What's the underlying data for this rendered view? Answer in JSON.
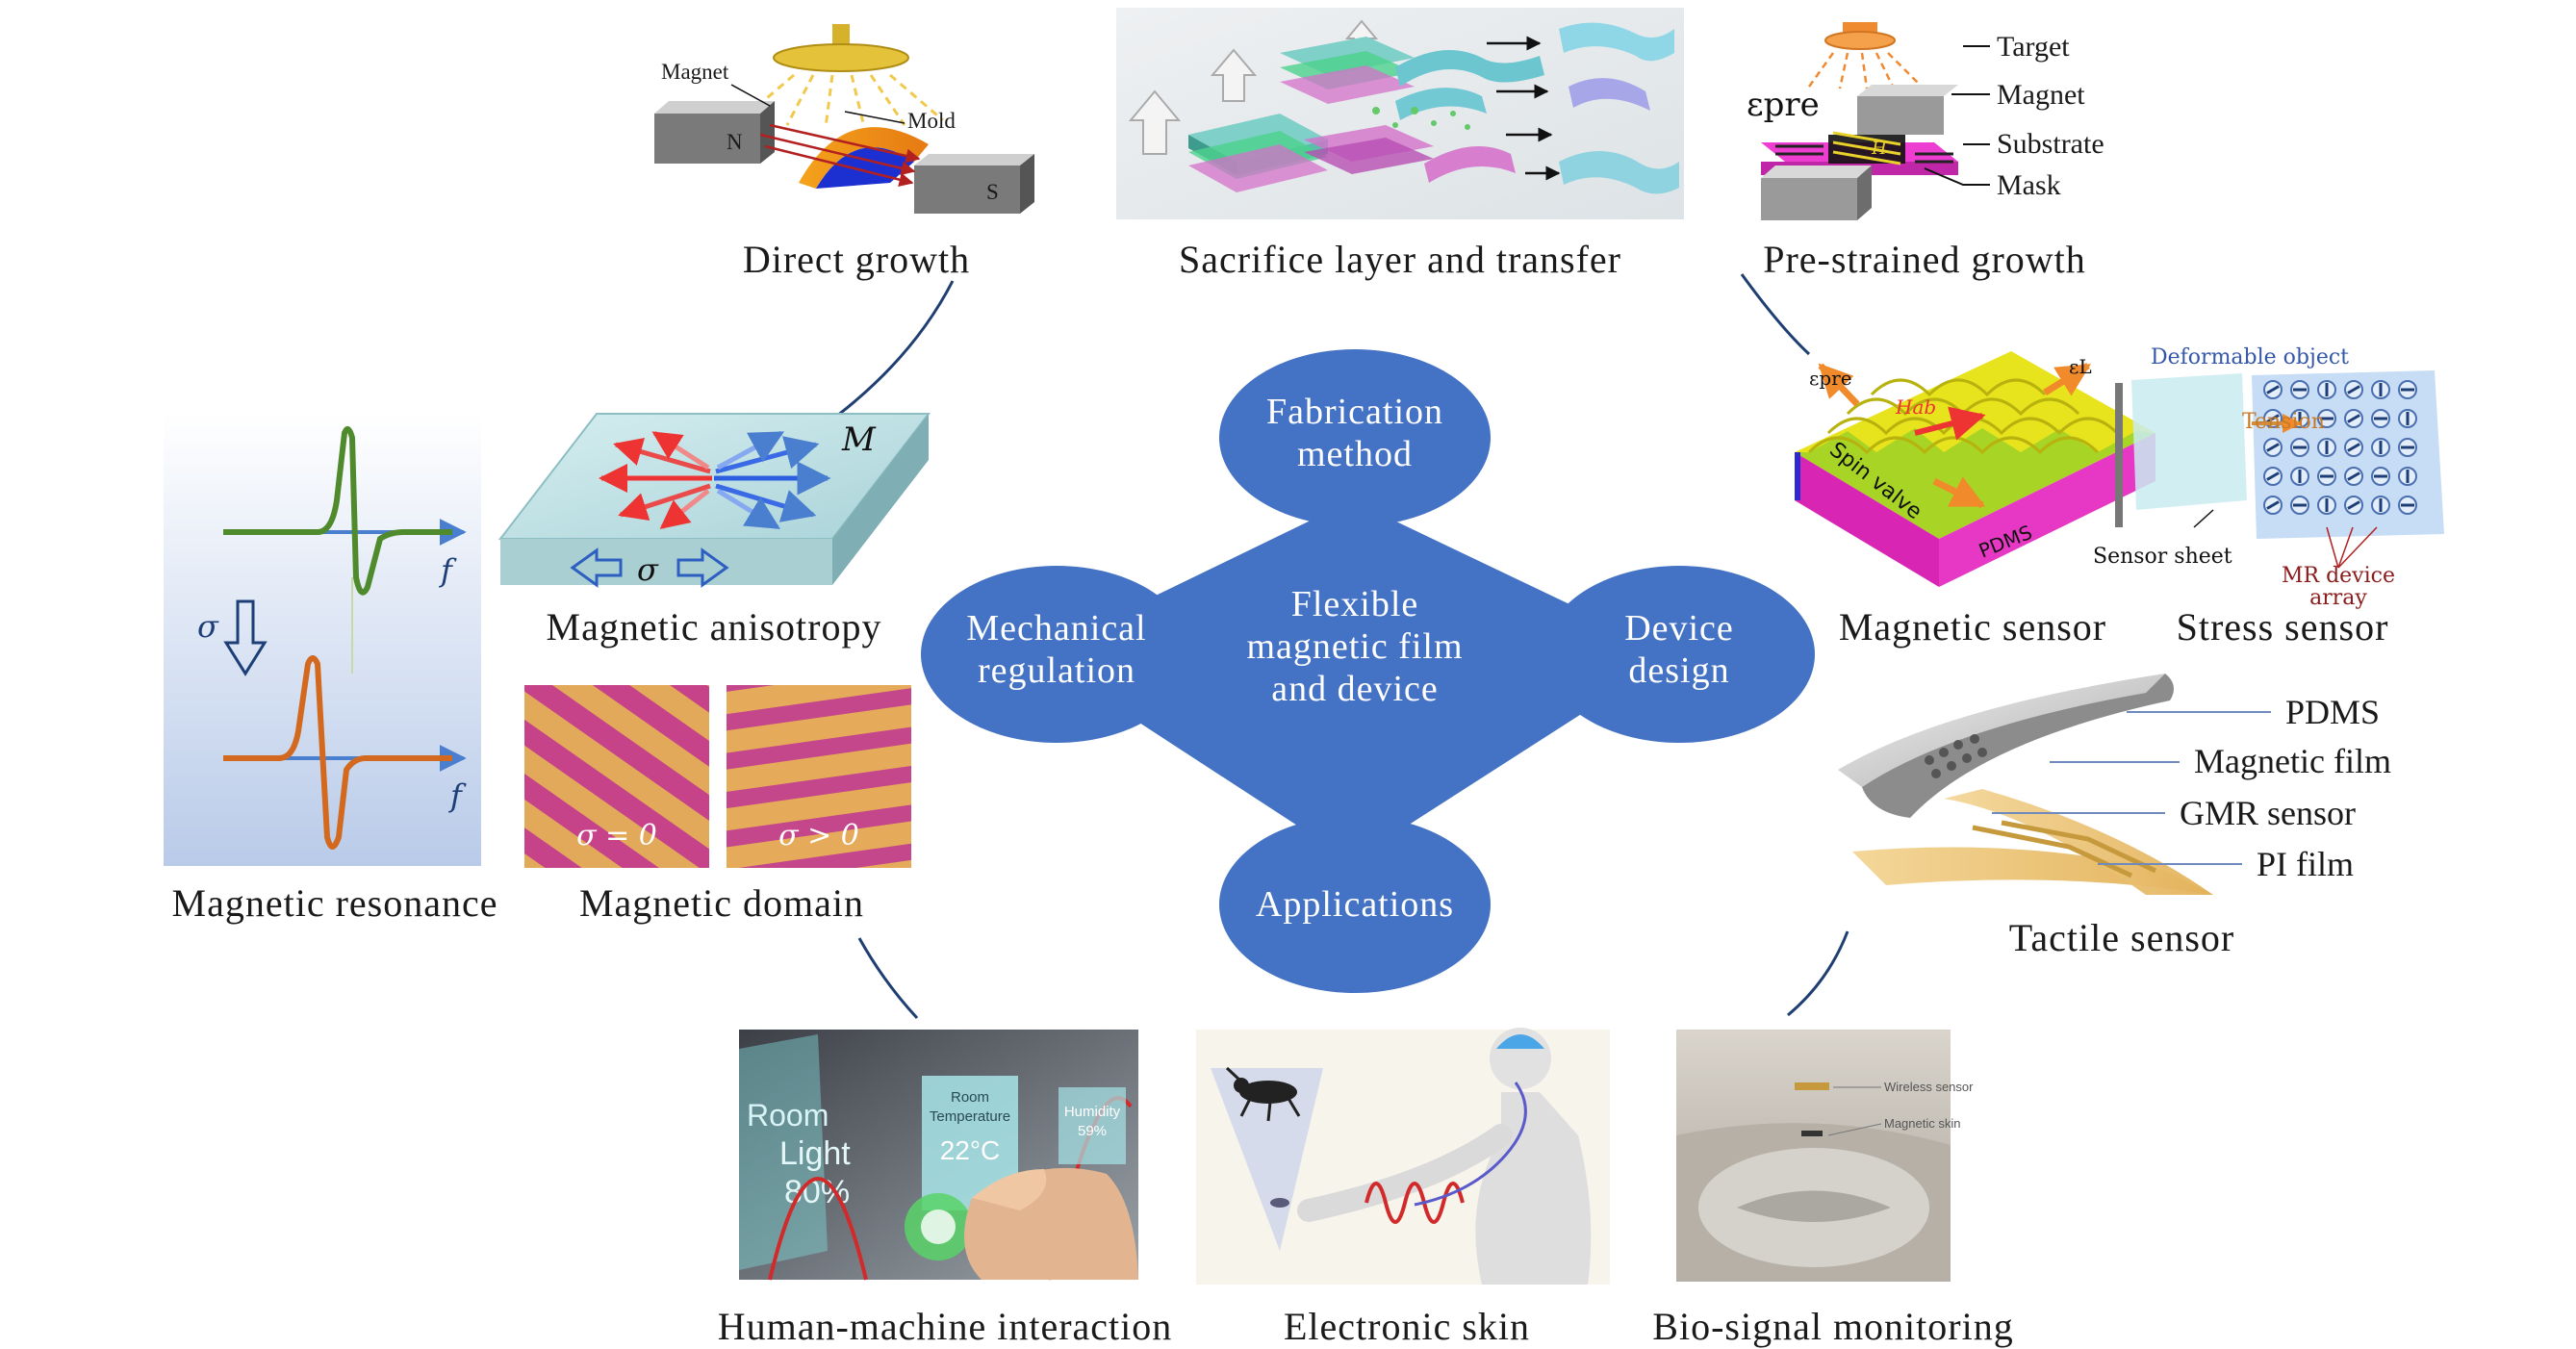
{
  "center": {
    "core": [
      "Flexible",
      "magnetic film",
      "and device"
    ],
    "fabrication": [
      "Fabrication",
      "method"
    ],
    "mechanical": [
      "Mechanical",
      "regulation"
    ],
    "device": [
      "Device",
      "design"
    ],
    "applications": [
      "Applications"
    ]
  },
  "fabrication_methods": {
    "direct_growth": {
      "caption": "Direct growth",
      "magnet": "Magnet",
      "mold": "Mold",
      "north": "N",
      "south": "S"
    },
    "sacrifice": {
      "caption": "Sacrifice layer and transfer"
    },
    "prestrained": {
      "caption": "Pre-strained growth",
      "eps_pre": "εpre",
      "field": "H",
      "target": "Target",
      "magnet": "Magnet",
      "substrate": "Substrate",
      "mask": "Mask"
    }
  },
  "mechanical": {
    "anisotropy": {
      "caption": "Magnetic anisotropy",
      "m_label": "M",
      "sigma": "σ"
    },
    "resonance": {
      "caption": "Magnetic resonance",
      "f1": "f",
      "f2": "f",
      "sigma": "σ"
    },
    "domain": {
      "caption": "Magnetic domain",
      "left": "σ = 0",
      "right": "σ > 0"
    }
  },
  "device": {
    "magnetic_sensor": {
      "caption": "Magnetic sensor",
      "eps_pre": "εpre",
      "eps_l": "εL",
      "h_ab": "Hab",
      "spin_valve": "Spin valve",
      "pdms": "PDMS"
    },
    "stress_sensor": {
      "caption": "Stress sensor",
      "deformable": "Deformable object",
      "tension": "Tension",
      "sheet": "Sensor sheet",
      "array": [
        "MR device",
        "array"
      ]
    },
    "tactile_sensor": {
      "caption": "Tactile sensor",
      "layers": [
        "PDMS",
        "Magnetic film",
        "GMR sensor",
        "PI film"
      ]
    }
  },
  "applications": {
    "hmi": {
      "caption": "Human-machine interaction",
      "room": "Room",
      "light": "Light",
      "light_value": "80%",
      "room_temp": [
        "Room",
        "Temperature"
      ],
      "temp_value": "22°C",
      "humidity": "Humidity",
      "humidity_value": "59%"
    },
    "skin": {
      "caption": "Electronic skin"
    },
    "bio": {
      "caption": "Bio-signal monitoring",
      "wireless": "Wireless sensor",
      "mskin": "Magnetic skin"
    }
  },
  "colors": {
    "hub_blue": "#4472c4",
    "hub_dark": "#3c64ae",
    "connector": "#1f3f73",
    "resonance_green": "#4f8a2c",
    "resonance_orange": "#d2691e",
    "axis_blue": "#4a7fd0",
    "domain_a": "#c9468a",
    "domain_b": "#e6a850"
  },
  "icons": [
    "arrow-right-icon",
    "arrow-down-icon",
    "double-arrow-icon",
    "magnet-icon",
    "target-icon"
  ]
}
